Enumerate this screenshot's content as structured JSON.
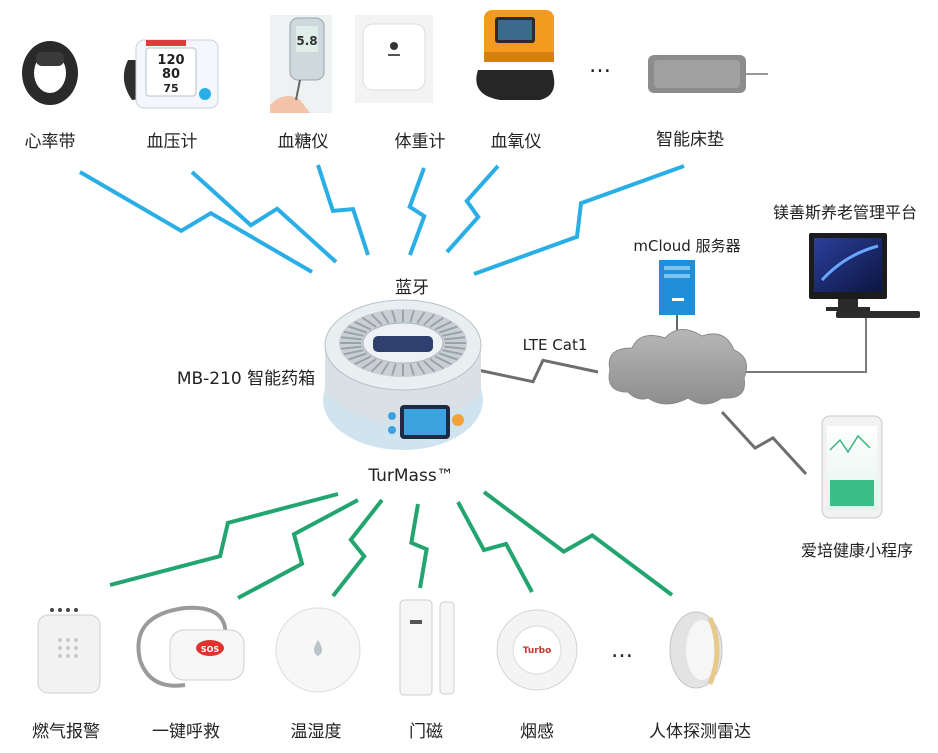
{
  "colors": {
    "bluetooth": "#2aaee6",
    "turmass": "#23a56f",
    "lte": "#6e6e6e",
    "text": "#222222"
  },
  "top_devices": [
    {
      "label": "心率带",
      "icon": "heart-rate-strap-icon"
    },
    {
      "label": "血压计",
      "icon": "blood-pressure-monitor-icon"
    },
    {
      "label": "血糖仪",
      "icon": "glucose-meter-icon"
    },
    {
      "label": "体重计",
      "icon": "weight-scale-icon"
    },
    {
      "label": "血氧仪",
      "icon": "oximeter-icon"
    },
    {
      "label": "智能床垫",
      "icon": "smart-mattress-icon"
    }
  ],
  "top_ellipsis": "…",
  "bottom_devices": [
    {
      "label": "燃气报警",
      "icon": "gas-alarm-icon"
    },
    {
      "label": "一键呼救",
      "icon": "sos-button-icon"
    },
    {
      "label": "温湿度",
      "icon": "temp-humidity-sensor-icon"
    },
    {
      "label": "门磁",
      "icon": "door-sensor-icon"
    },
    {
      "label": "烟感",
      "icon": "smoke-detector-icon"
    },
    {
      "label": "人体探测雷达",
      "icon": "radar-sensor-icon"
    }
  ],
  "bottom_ellipsis": "…",
  "hub": {
    "label": "MB-210 智能药箱",
    "bluetooth_label": "蓝牙",
    "turmass_label": "TurMass™",
    "smoke_brand": "Turbo",
    "sos_text": "SOS"
  },
  "network": {
    "lte_label": "LTE Cat1",
    "server_label": "mCloud 服务器",
    "platform_label": "镁善斯养老管理平台",
    "app_label": "爱培健康小程序"
  }
}
